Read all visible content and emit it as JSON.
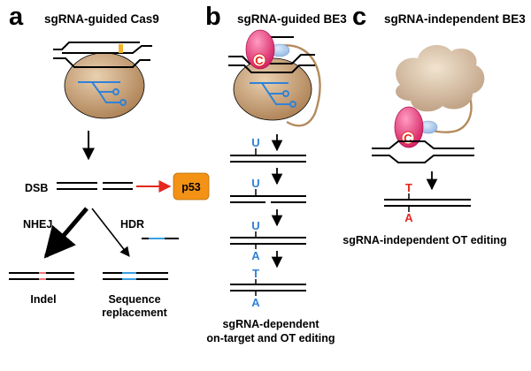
{
  "colors": {
    "dna": "#000000",
    "rna": "#2f82d8",
    "arrow_red": "#e5271d",
    "p53_box": "#f39214",
    "indel": "#f2777b",
    "replacement": "#3a9ee0",
    "cas9_body": "#c49a6c",
    "deaminase": "#ea3d7e",
    "ugi": "#a9c9ef",
    "linker": "#b48b5e",
    "edit_t_red": "#e5271d"
  },
  "panels": {
    "a": {
      "letter": "a",
      "title": "sgRNA-guided Cas9",
      "icons": [
        "cas9-protein-icon",
        "sgrna-icon",
        "pam-icon"
      ],
      "labels": {
        "dsb": "DSB",
        "p53": "p53",
        "nhej": "NHEJ",
        "hdr": "HDR",
        "indel": "Indel",
        "seq_line1": "Sequence",
        "seq_line2": "replacement"
      }
    },
    "b": {
      "letter": "b",
      "title": "sgRNA-guided BE3",
      "enzyme_letter": "C",
      "icons": [
        "cas9-nickase-icon",
        "apobec-deaminase-icon",
        "ugi-icon",
        "sgrna-icon"
      ],
      "steps": [
        {
          "top_base": "U",
          "bottom_base": ""
        },
        {
          "top_base": "U",
          "bottom_base": ""
        },
        {
          "top_base": "U",
          "bottom_base": "A"
        },
        {
          "top_base": "T",
          "bottom_base": "A"
        }
      ],
      "caption_line1": "sgRNA-dependent",
      "caption_line2": "on-target and OT editing"
    },
    "c": {
      "letter": "c",
      "title": "sgRNA-independent BE3",
      "enzyme_letter": "C",
      "icons": [
        "cas9-protein-icon",
        "apobec-deaminase-icon",
        "ugi-icon"
      ],
      "top_base": "T",
      "bottom_base": "A",
      "caption": "sgRNA-independent OT editing"
    }
  }
}
